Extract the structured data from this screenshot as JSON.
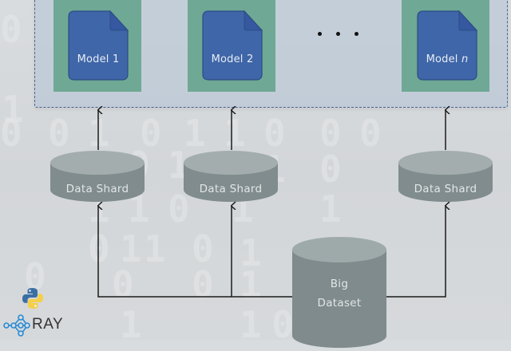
{
  "diagram": {
    "title": "Parallel model training on sharded data with Ray",
    "cluster": {
      "workers": [
        {
          "model_label": "Model 1"
        },
        {
          "model_label": "Model 2"
        },
        {
          "model_label_prefix": "Model ",
          "model_label_var": "n"
        }
      ],
      "ellipsis": "..."
    },
    "shards": [
      {
        "label": "Data Shard"
      },
      {
        "label": "Data Shard"
      },
      {
        "label": "Data Shard"
      }
    ],
    "dataset": {
      "label_line1": "Big",
      "label_line2": "Dataset"
    },
    "logos": {
      "python_icon": "python-logo",
      "ray_icon": "ray-logo",
      "ray_text": "RAY"
    },
    "colors": {
      "background": "#d6d9db",
      "cluster_fill": "#b2c2d6",
      "cluster_border": "#4b6491",
      "worker_green": "#6fa894",
      "model_blue": "#3f66a8",
      "cylinder_gray": "#7f8b8c",
      "arrow": "#1a1a1a"
    }
  }
}
